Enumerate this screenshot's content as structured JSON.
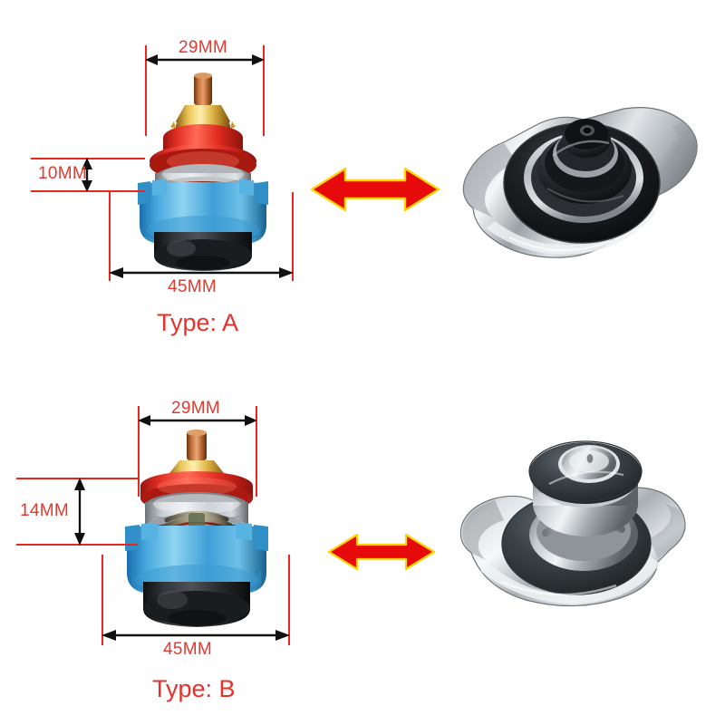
{
  "page": {
    "background": "#ffffff",
    "annotation_color": "#e8271f",
    "label_color": "#e03a30",
    "type_label_color": "#e8302a",
    "arrow_fill": "#e60a0a",
    "arrow_stroke": "#ffd400"
  },
  "products": [
    {
      "id": "type-a",
      "type_label": "Type: A",
      "dimensions": {
        "width_top": "29MM",
        "height_side": "10MM",
        "width_bottom": "45MM"
      },
      "left_photo_alt": "radiator cap assembly with blue plastic body and red seal",
      "right_photo_alt": "chrome radiator cap underside view",
      "swap_icon": "double-arrow-horizontal-icon"
    },
    {
      "id": "type-b",
      "type_label": "Type: B",
      "dimensions": {
        "width_top": "29MM",
        "height_side": "14MM",
        "width_bottom": "45MM"
      },
      "left_photo_alt": "radiator cap assembly with extended spring and blue plastic body",
      "right_photo_alt": "chrome radiator cap with tall exposed spring",
      "swap_icon": "double-arrow-horizontal-icon"
    }
  ]
}
